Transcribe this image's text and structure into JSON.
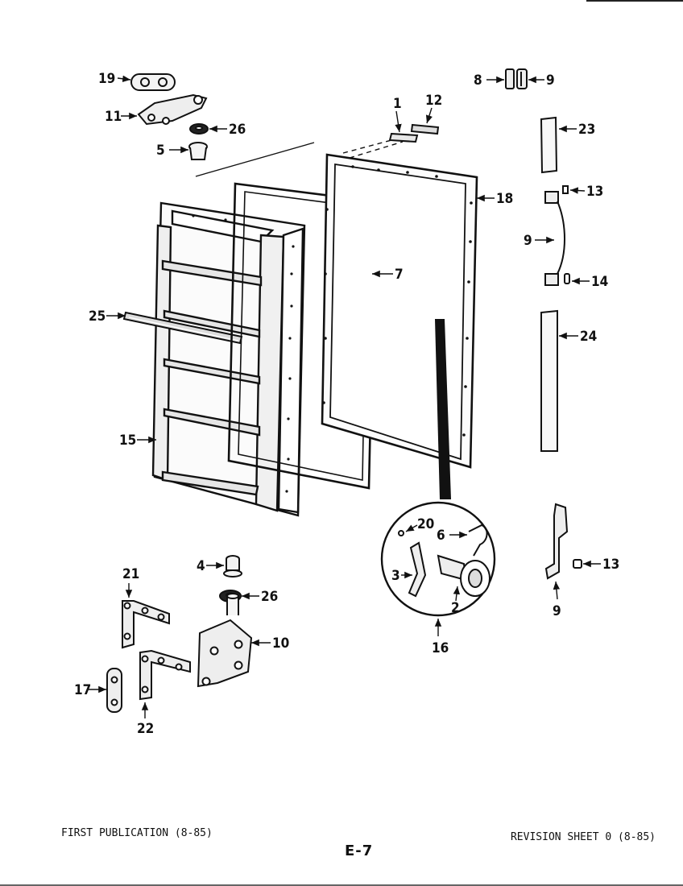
{
  "callouts": [
    "19",
    "11",
    "26",
    "5",
    "8",
    "9",
    "1",
    "12",
    "23",
    "13",
    "18",
    "9",
    "14",
    "7",
    "25",
    "24",
    "15",
    "20",
    "6",
    "3",
    "2",
    "16",
    "13",
    "9",
    "4",
    "26",
    "21",
    "10",
    "17",
    "22"
  ],
  "footer": {
    "left": "FIRST PUBLICATION (8-85)",
    "right": "REVISION SHEET 0 (8-85)",
    "page": "E-7"
  }
}
